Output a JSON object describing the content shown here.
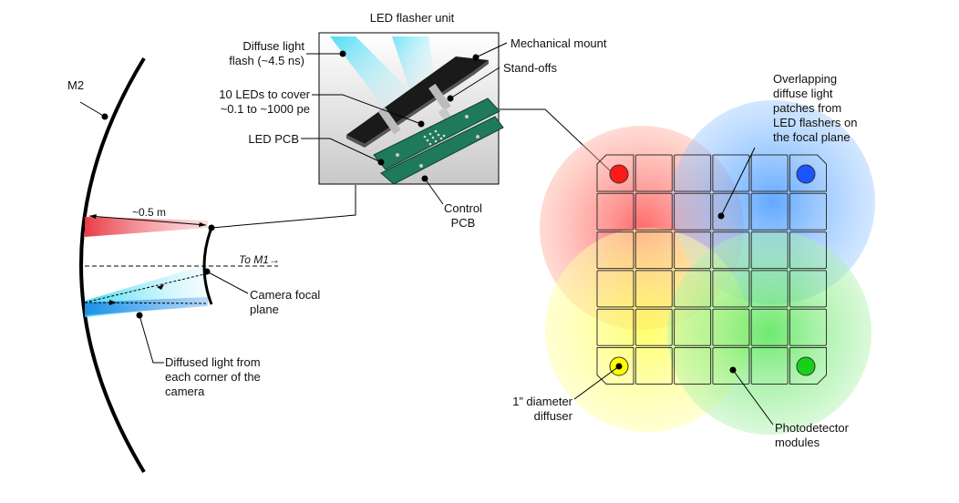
{
  "title": "LED flasher unit",
  "labels": {
    "m2": "M2",
    "distance": "~0.5 m",
    "to_m1": "To M1→",
    "camera_focal_plane": [
      "Camera focal",
      "plane"
    ],
    "diffused_light": [
      "Diffused light from",
      "each corner of the",
      "camera"
    ],
    "diffuse_flash": [
      "Diffuse light",
      "flash (~4.5 ns)"
    ],
    "leds_cover": [
      "10 LEDs to cover",
      "~0.1 to ~1000 pe"
    ],
    "led_pcb": "LED PCB",
    "mechanical_mount": "Mechanical mount",
    "stand_offs": "Stand-offs",
    "control_pcb": [
      "Control",
      "PCB"
    ],
    "overlapping": [
      "Overlapping",
      "diffuse light",
      "patches from",
      "LED flashers on",
      "the focal plane"
    ],
    "diffuser": [
      "1” diameter",
      "diffuser"
    ],
    "photodetector": [
      "Photodetector",
      "modules"
    ]
  },
  "colors": {
    "red": "#ff2a1a",
    "blue": "#1a5cff",
    "yellow": "#ffff00",
    "green": "#18d018",
    "pcb": "#1f7a5a",
    "cyan": "#29c6e8"
  }
}
